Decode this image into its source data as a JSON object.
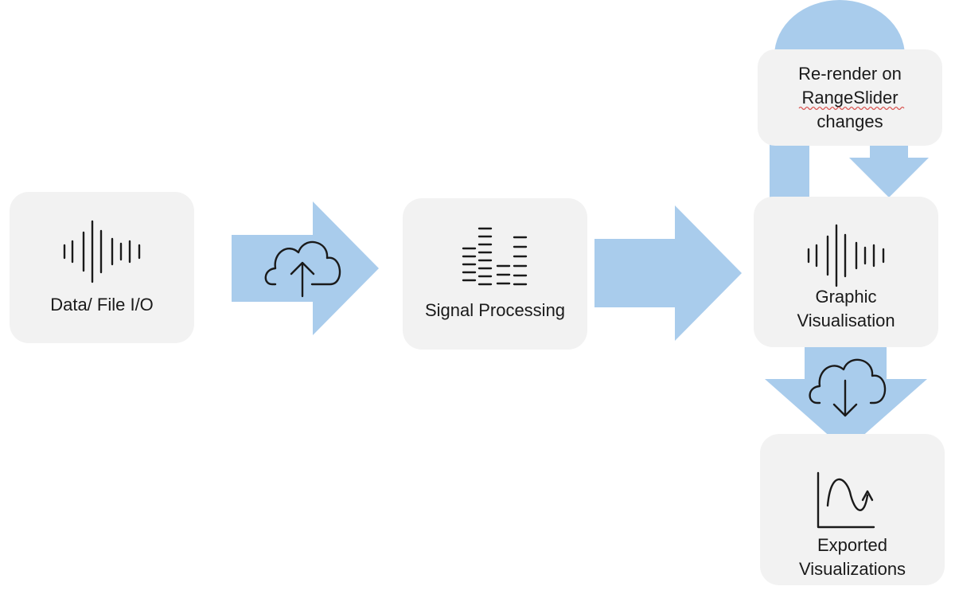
{
  "nodes": {
    "data_file_io": {
      "label": "Data/ File I/O",
      "icon": "waveform-icon"
    },
    "signal_processing": {
      "label": "Signal Processing",
      "icon": "equalizer-icon"
    },
    "graphic_visualisation": {
      "label_line1": "Graphic",
      "label_line2": "Visualisation",
      "icon": "waveform-icon"
    },
    "re_render": {
      "label_line1": "Re-render on",
      "label_line2": "RangeSlider",
      "label_line3": "changes"
    },
    "exported_visualizations": {
      "label_line1": "Exported",
      "label_line2": "Visualizations",
      "icon": "chart-trend-icon"
    }
  },
  "arrows": [
    {
      "from": "data_file_io",
      "to": "signal_processing",
      "icon": "cloud-upload-icon"
    },
    {
      "from": "signal_processing",
      "to": "graphic_visualisation",
      "icon": ""
    },
    {
      "from": "graphic_visualisation",
      "to": "re_render",
      "icon": ""
    },
    {
      "from": "re_render",
      "to": "graphic_visualisation",
      "icon": ""
    },
    {
      "from": "graphic_visualisation",
      "to": "exported_visualizations",
      "icon": "cloud-download-icon"
    }
  ],
  "colors": {
    "box_fill": "#f2f2f2",
    "arrow_fill": "#a9ccec",
    "text": "#1a1a1a",
    "spellcheck_underline": "#d9534f"
  }
}
